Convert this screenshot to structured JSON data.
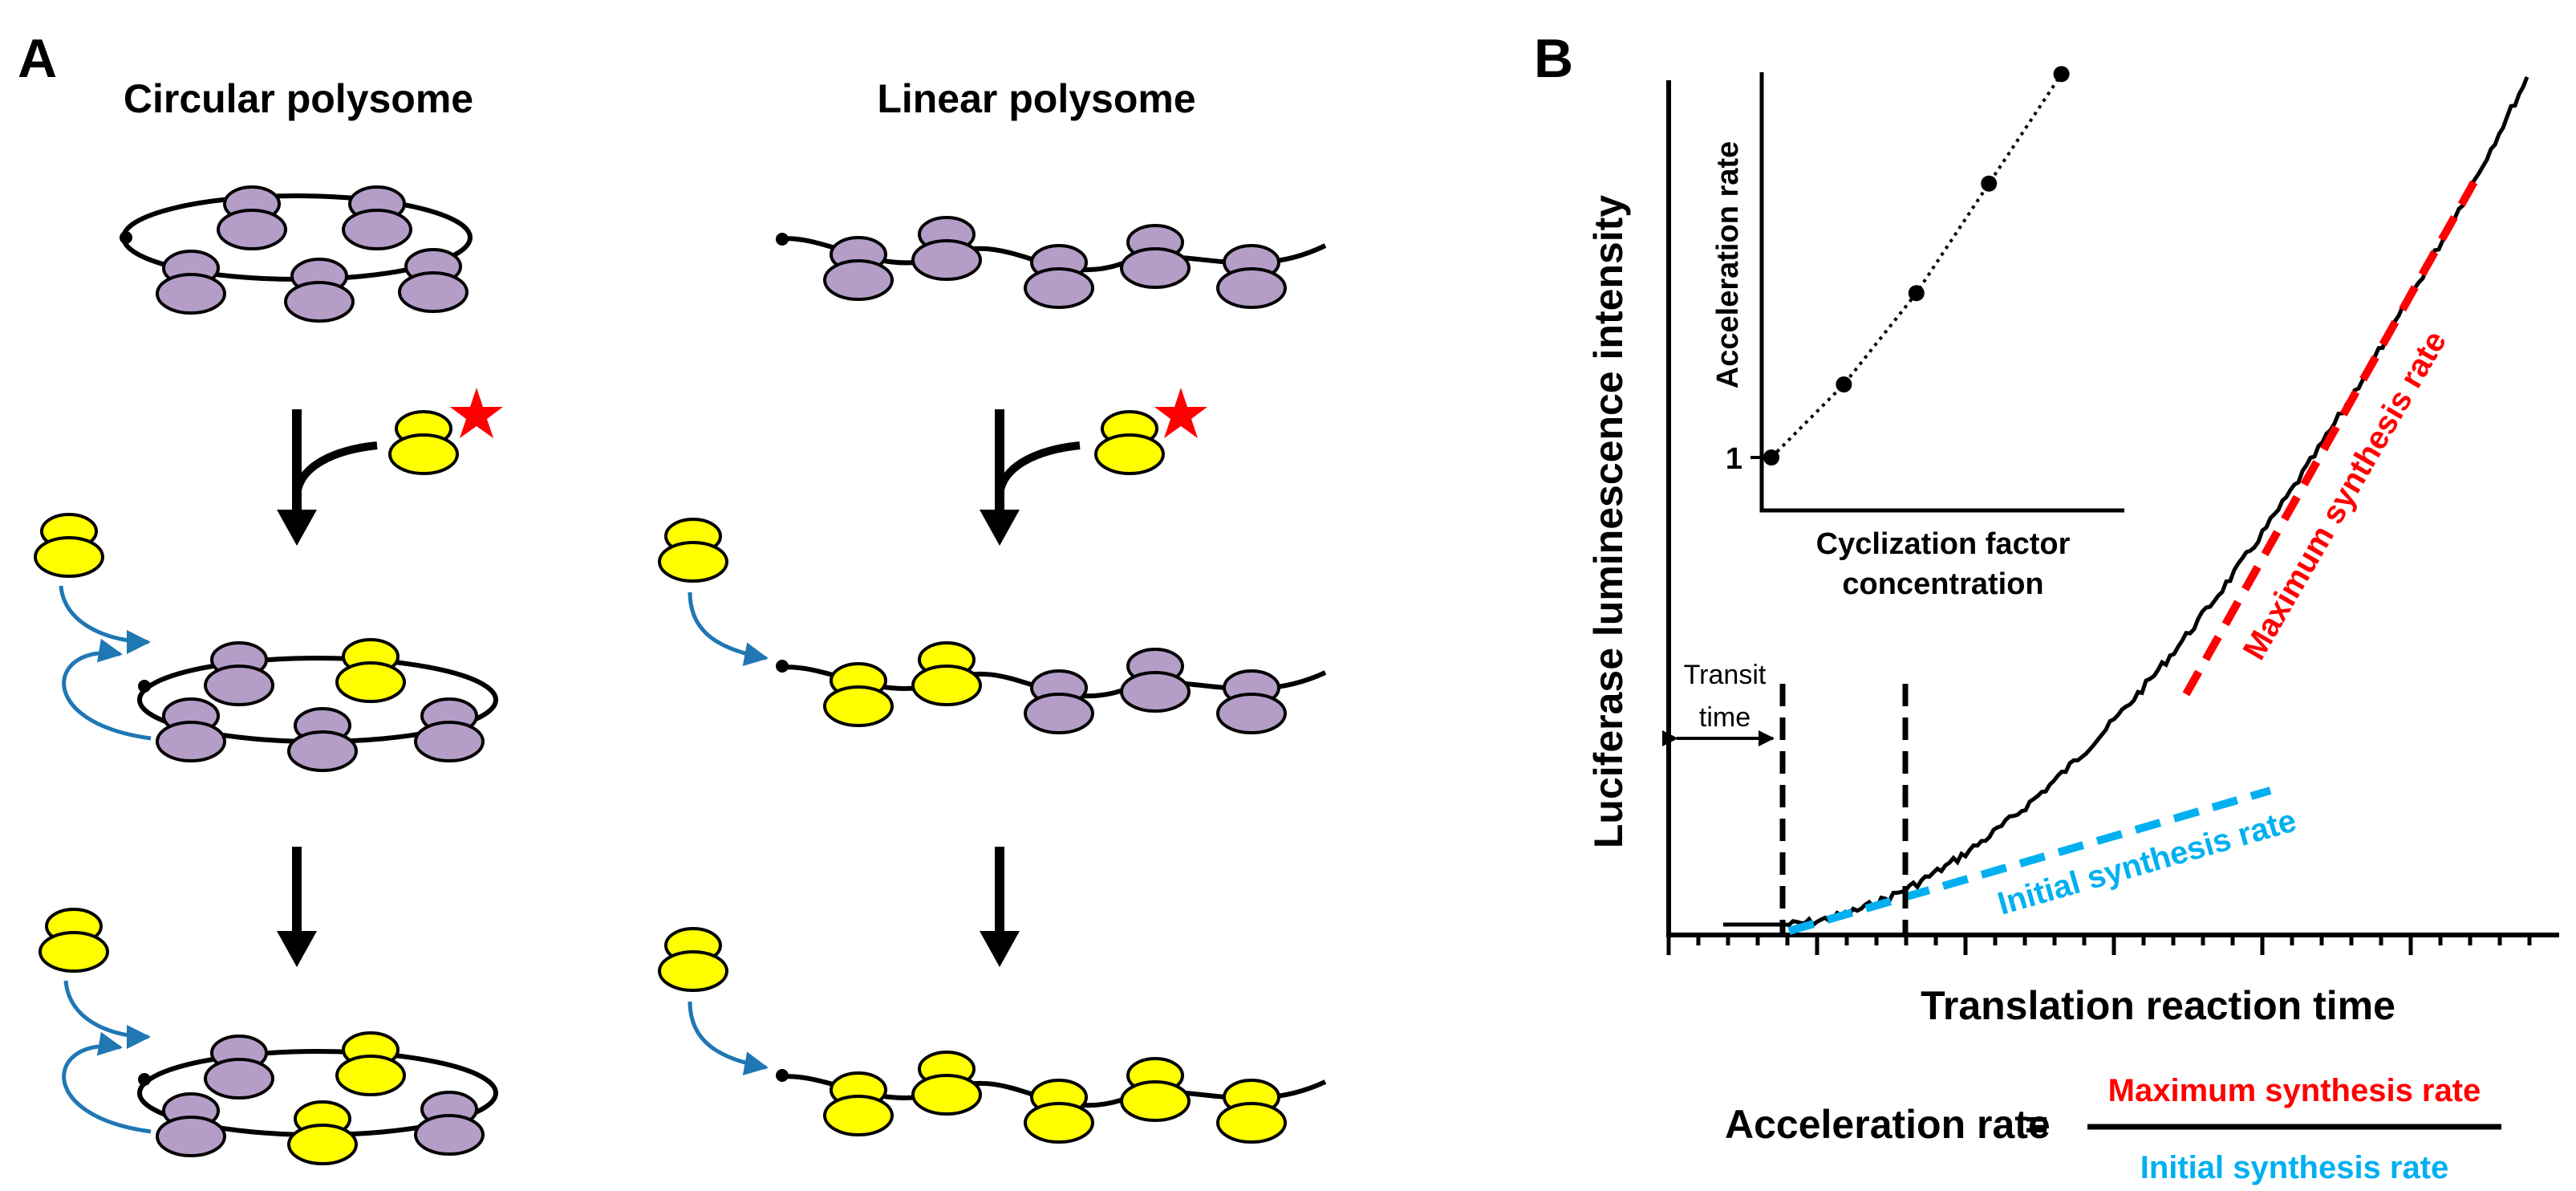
{
  "panel_a": {
    "label": "A",
    "circular_title": "Circular polysome",
    "linear_title": "Linear polysome"
  },
  "panel_b": {
    "label": "B",
    "ylabel": "Luciferase luminescence intensity",
    "xlabel": "Translation reaction time",
    "transit_label_1": "Transit",
    "transit_label_2": "time",
    "max_rate_label": "Maximum synthesis rate",
    "initial_rate_label": "Initial synthesis rate",
    "formula": {
      "lhs": "Acceleration rate",
      "equals": "=",
      "numerator": "Maximum synthesis rate",
      "denominator": "Initial synthesis rate"
    },
    "colors": {
      "max_rate": "#ff0000",
      "initial_rate": "#00b0f0",
      "ribosome_old": "#b49ec8",
      "ribosome_new": "#ffff00"
    }
  },
  "chart_data": {
    "type": "line",
    "title": "",
    "xlabel": "Cyclization factor concentration",
    "ylabel": "Acceleration  rate",
    "y_tick_labels": [
      "1"
    ],
    "series": [
      {
        "values": [
          1.0,
          1.2,
          1.45,
          1.75,
          2.05
        ],
        "x": [
          1,
          2,
          3,
          4,
          5
        ]
      }
    ],
    "ylim": [
      0.95,
      2.15
    ],
    "xlim": [
      1,
      6
    ],
    "grid": false
  }
}
